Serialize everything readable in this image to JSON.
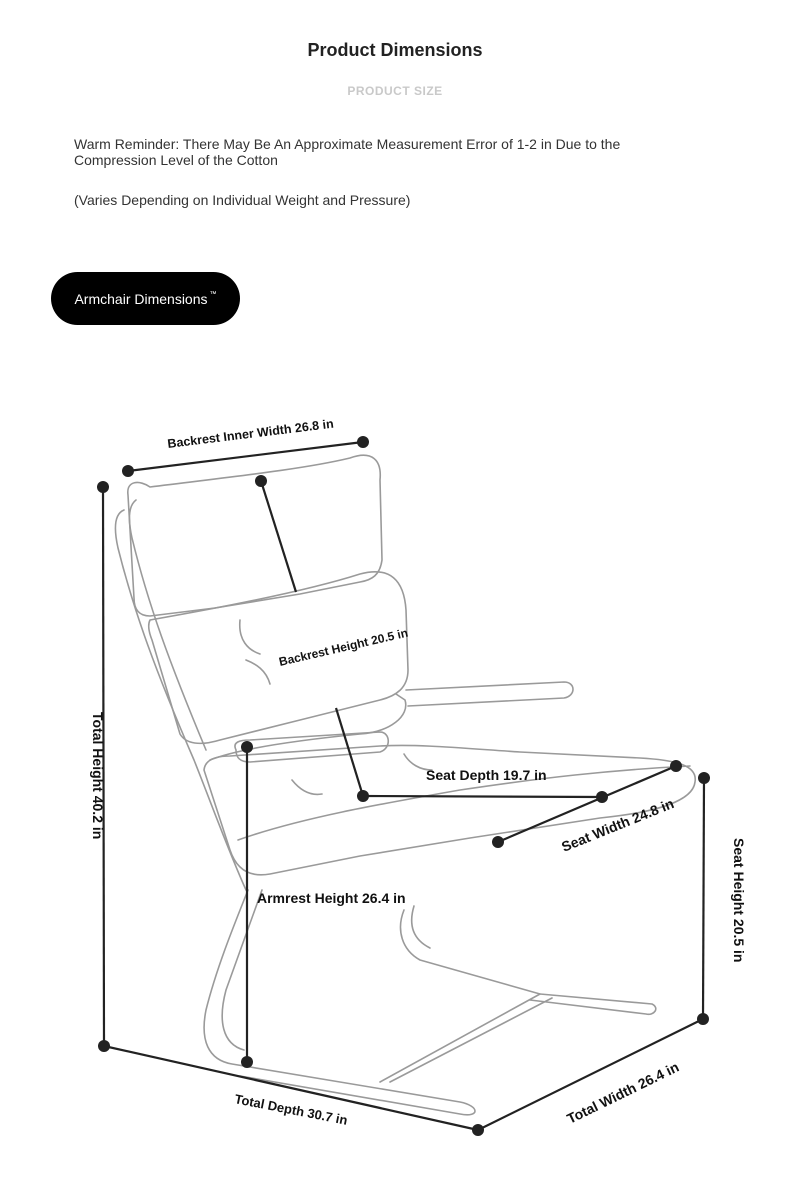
{
  "header": {
    "title": "Product Dimensions",
    "subtitle": "PRODUCT SIZE"
  },
  "notes": {
    "reminder": "Warm Reminder: There May Be An Approximate Measurement Error of 1-2 in Due to the Compression Level of the Cotton",
    "variance": "(Varies Depending on Individual Weight and Pressure)"
  },
  "section_tab": {
    "label": "Armchair Dimensions",
    "mark": "™"
  },
  "dimensions": {
    "backrest_inner_width": "Backrest Inner Width 26.8 in",
    "backrest_height": "Backrest Height 20.5 in",
    "total_height": "Total Height 40.2 in",
    "seat_depth": "Seat Depth 19.7 in",
    "seat_width": "Seat Width 24.8 in",
    "seat_height": "Seat Height 20.5 in",
    "armrest_height": "Armrest Height 26.4 in",
    "total_depth": "Total Depth 30.7 in",
    "total_width": "Total Width 26.4 in"
  },
  "colors": {
    "accent": "#000000",
    "line": "#222222",
    "sketch": "#9a9a9a",
    "subtitle": "#c9c9c9"
  }
}
